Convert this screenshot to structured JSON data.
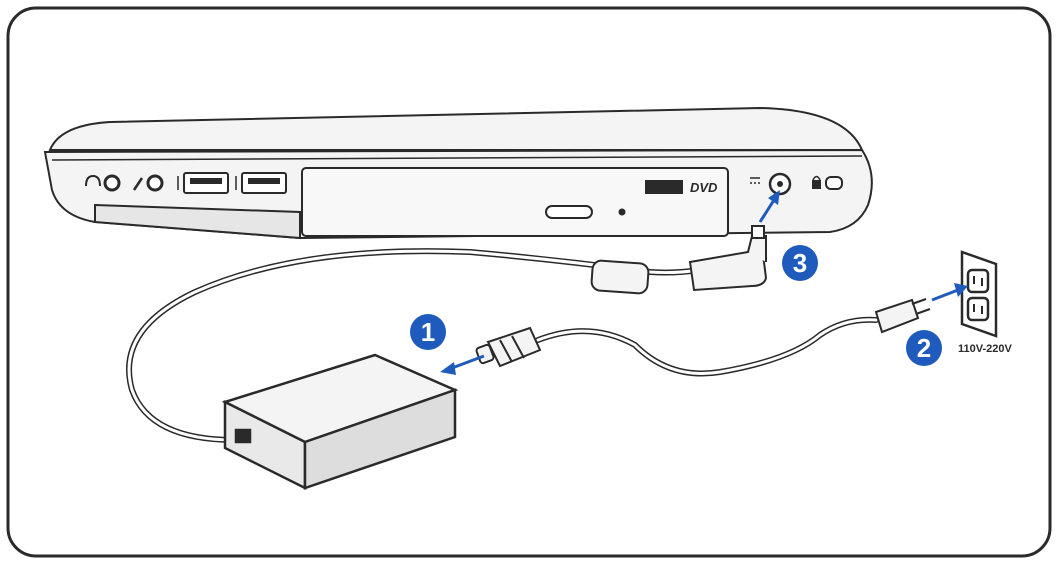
{
  "labels": {
    "disc_logo_1": "DVD",
    "voltage": "110V-220V"
  },
  "steps": [
    {
      "number": "1",
      "color": "#1f5bbd"
    },
    {
      "number": "2",
      "color": "#1f5bbd"
    },
    {
      "number": "3",
      "color": "#1f5bbd"
    }
  ],
  "icons": {
    "headphone_jack": "headphone-icon",
    "mic_jack": "microphone-icon",
    "usb_port": "usb-icon",
    "dc_in": "dc-power-icon",
    "kensington_lock": "lock-icon"
  },
  "colors": {
    "line": "#2a2a2a",
    "device_fill": "#f4f4f4",
    "badge": "#1f5bbd"
  }
}
